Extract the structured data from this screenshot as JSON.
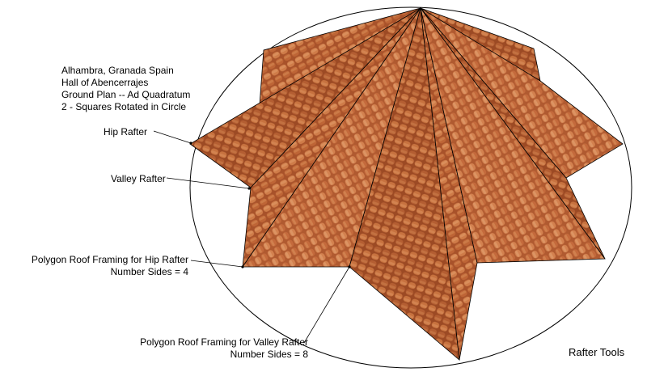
{
  "title_lines": [
    "Alhambra, Granada Spain",
    "Hall of  Abencerrajes",
    "Ground Plan -- Ad Quadratum",
    "2 - Squares Rotated in Circle"
  ],
  "labels": {
    "hip_rafter": "Hip Rafter",
    "valley_rafter": "Valley Rafter",
    "poly_hip_line1": "Polygon Roof Framing for Hip Rafter",
    "poly_hip_line2": "Number Sides = 4",
    "poly_valley_line1": "Polygon Roof Framing for Valley Rafter",
    "poly_valley_line2": "Number Sides = 8"
  },
  "brand": "Rafter Tools",
  "colors": {
    "tile_light": "#d98a5a",
    "tile_mid": "#b65a30",
    "tile_dark": "#8a3a1c",
    "tile_gold": "#d89a4a",
    "outline": "#000000"
  }
}
